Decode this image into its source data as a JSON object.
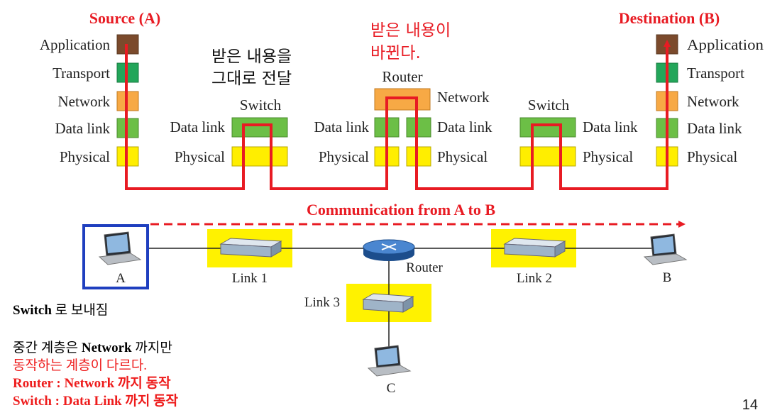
{
  "header": {
    "source": "Source (A)",
    "destination": "Destination (B)"
  },
  "layers": {
    "application": "Application",
    "transport": "Transport",
    "network": "Network",
    "datalink": "Data link",
    "physical": "Physical"
  },
  "devices": {
    "switch": "Switch",
    "router": "Router"
  },
  "annotations": {
    "switch_note_line1": "받은 내용을",
    "switch_note_line2": "그대로 전달",
    "router_note_line1": "받은 내용이",
    "router_note_line2": "바뀐다."
  },
  "network": {
    "communication": "Communication from A to B",
    "host_a": "A",
    "host_b": "B",
    "host_c": "C",
    "link1": "Link 1",
    "link2": "Link 2",
    "link3": "Link 3",
    "router": "Router"
  },
  "notes": {
    "line1_bold": "Switch",
    "line1_rest": " 로 보내짐",
    "line2_pre": "중간 계층은 ",
    "line2_bold": "Network",
    "line2_post": " 까지만",
    "line3": "동작하는 계층이 다르다.",
    "line4": "Router : Network 까지 동작",
    "line5": "Switch : Data Link 까지 동작"
  },
  "page_number": "14",
  "colors": {
    "application": "#7b4a2c",
    "transport": "#23a65a",
    "network": "#f7a945",
    "datalink": "#6cbf46",
    "physical": "#ffee00",
    "path": "#e81b23",
    "highlight": "#fff200",
    "frame": "#1f3fbf"
  }
}
